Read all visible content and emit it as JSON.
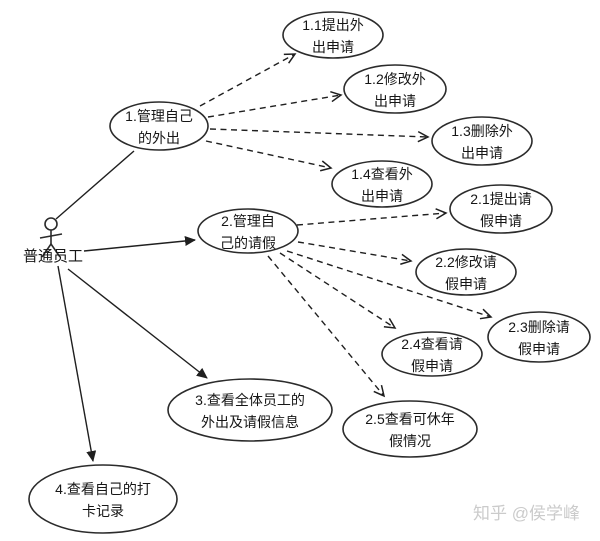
{
  "diagram": {
    "actor": {
      "label": "普通员工"
    },
    "usecases": [
      {
        "name": "manage-own-outings",
        "line1": "1.管理自己",
        "line2": "的外出"
      },
      {
        "name": "submit-outing-request",
        "line1": "1.1提出外",
        "line2": "出申请"
      },
      {
        "name": "modify-outing-request",
        "line1": "1.2修改外",
        "line2": "出申请"
      },
      {
        "name": "delete-outing-request",
        "line1": "1.3删除外",
        "line2": "出申请"
      },
      {
        "name": "view-outing-request",
        "line1": "1.4查看外",
        "line2": "出申请"
      },
      {
        "name": "manage-own-leave",
        "line1": "2.管理自",
        "line2": "己的请假"
      },
      {
        "name": "submit-leave-request",
        "line1": "2.1提出请",
        "line2": "假申请"
      },
      {
        "name": "modify-leave-request",
        "line1": "2.2修改请",
        "line2": "假申请"
      },
      {
        "name": "delete-leave-request",
        "line1": "2.3删除请",
        "line2": "假申请"
      },
      {
        "name": "view-leave-request",
        "line1": "2.4查看请",
        "line2": "假申请"
      },
      {
        "name": "view-annual-leave",
        "line1": "2.5查看可休年",
        "line2": "假情况"
      },
      {
        "name": "view-all-staff-info",
        "line1": "3.查看全体员工的",
        "line2": "外出及请假信息"
      },
      {
        "name": "view-punch-records",
        "line1": "4.查看自己的打",
        "line2": "卡记录"
      }
    ],
    "colors": {
      "stroke": "#2b2b2b",
      "text": "#161616",
      "watermark": "#cbcbcb",
      "background": "#ffffff"
    }
  },
  "watermark": {
    "text": "知乎 @侯学峰"
  }
}
